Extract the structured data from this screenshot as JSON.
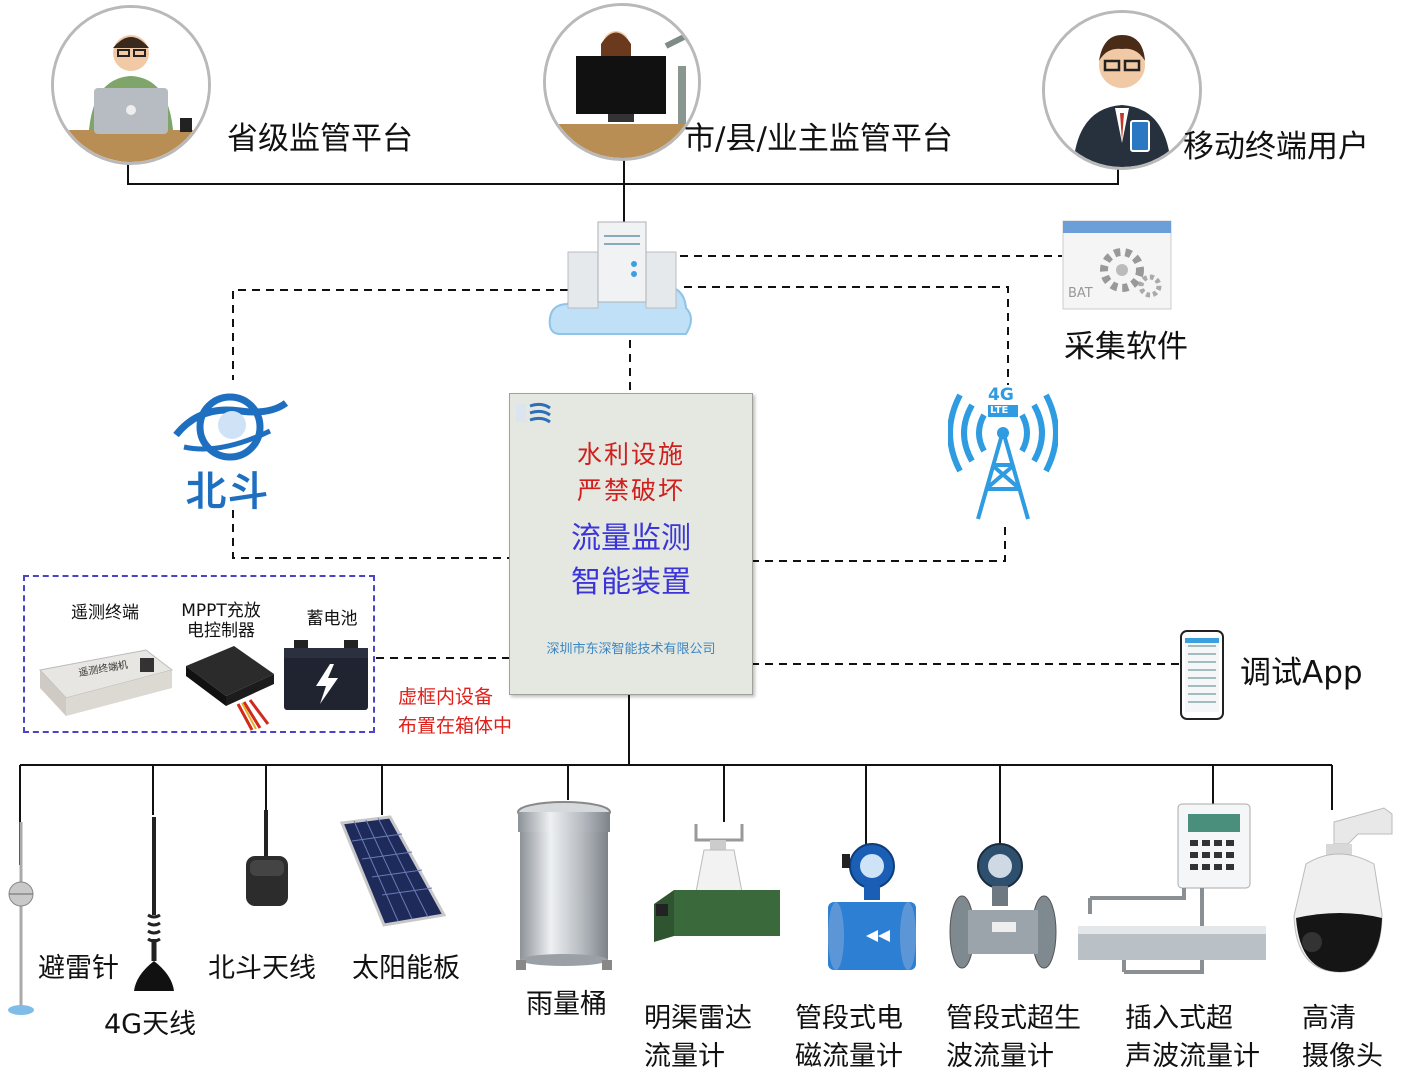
{
  "top": {
    "provincial": "省级监管平台",
    "city": "市/县/业主监管平台",
    "mobile": "移动终端用户"
  },
  "software": {
    "label": "采集软件",
    "icon_text": "BAT"
  },
  "beidou": {
    "label": "北斗"
  },
  "lte": {
    "line1": "4G",
    "line2": "LTE"
  },
  "cabinet": {
    "warning_line1": "水利设施",
    "warning_line2": "严禁破坏",
    "title_line1": "流量监测",
    "title_line2": "智能装置",
    "company": "深圳市东深智能技术有限公司"
  },
  "inbox": {
    "rtu": "遥测终端",
    "rtu_device_text": "遥测终端机",
    "controller": "MPPT充放\n电控制器",
    "battery": "蓄电池",
    "note": "虚框内设备\n布置在箱体中"
  },
  "app": {
    "label": "调试App"
  },
  "devices": {
    "lightning_rod": "避雷针",
    "antenna_4g": "4G天线",
    "beidou_antenna": "北斗天线",
    "solar_panel": "太阳能板",
    "rain_gauge": "雨量桶",
    "radar_flowmeter": "明渠雷达\n流量计",
    "em_flowmeter": "管段式电\n磁流量计",
    "us_flowmeter": "管段式超生\n波流量计",
    "insert_us_flowmeter": "插入式超\n声波流量计",
    "camera": "高清\n摄像头"
  },
  "colors": {
    "dash_box": "#4a44c7",
    "warning_red": "#d0201e",
    "cabinet_blue": "#3b34d8",
    "beidou_blue": "#1f6fc1",
    "lte_blue": "#2f9be0"
  }
}
